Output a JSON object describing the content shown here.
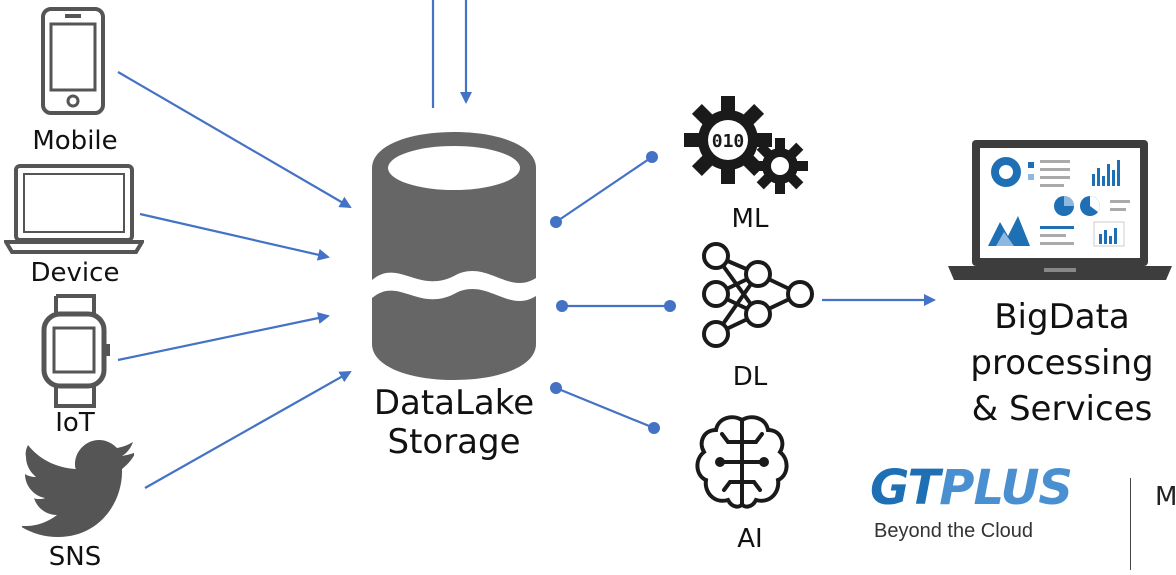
{
  "sources": [
    {
      "label": "Mobile",
      "icon": "mobile-phone-icon"
    },
    {
      "label": "Device",
      "icon": "laptop-icon"
    },
    {
      "label": "IoT",
      "icon": "smartwatch-icon"
    },
    {
      "label": "SNS",
      "icon": "twitter-bird-icon"
    }
  ],
  "storage": {
    "line1": "DataLake",
    "line2": "Storage",
    "icon": "database-icon"
  },
  "analytics": [
    {
      "label": "ML",
      "icon": "gears-icon"
    },
    {
      "label": "DL",
      "icon": "neural-network-icon"
    },
    {
      "label": "AI",
      "icon": "brain-icon"
    }
  ],
  "output": {
    "line1": "BigData",
    "line2": "processing",
    "line3": "& Services",
    "icon": "laptop-dashboard-icon"
  },
  "brand": {
    "name_part1": "GT",
    "name_part2": "PLUS",
    "tagline": "Beyond the Cloud",
    "cut_text": "M"
  },
  "colors": {
    "arrow": "#4472c4",
    "icon": "#1a1a1a",
    "db": "#666666",
    "brand": "#1f6fb5"
  }
}
